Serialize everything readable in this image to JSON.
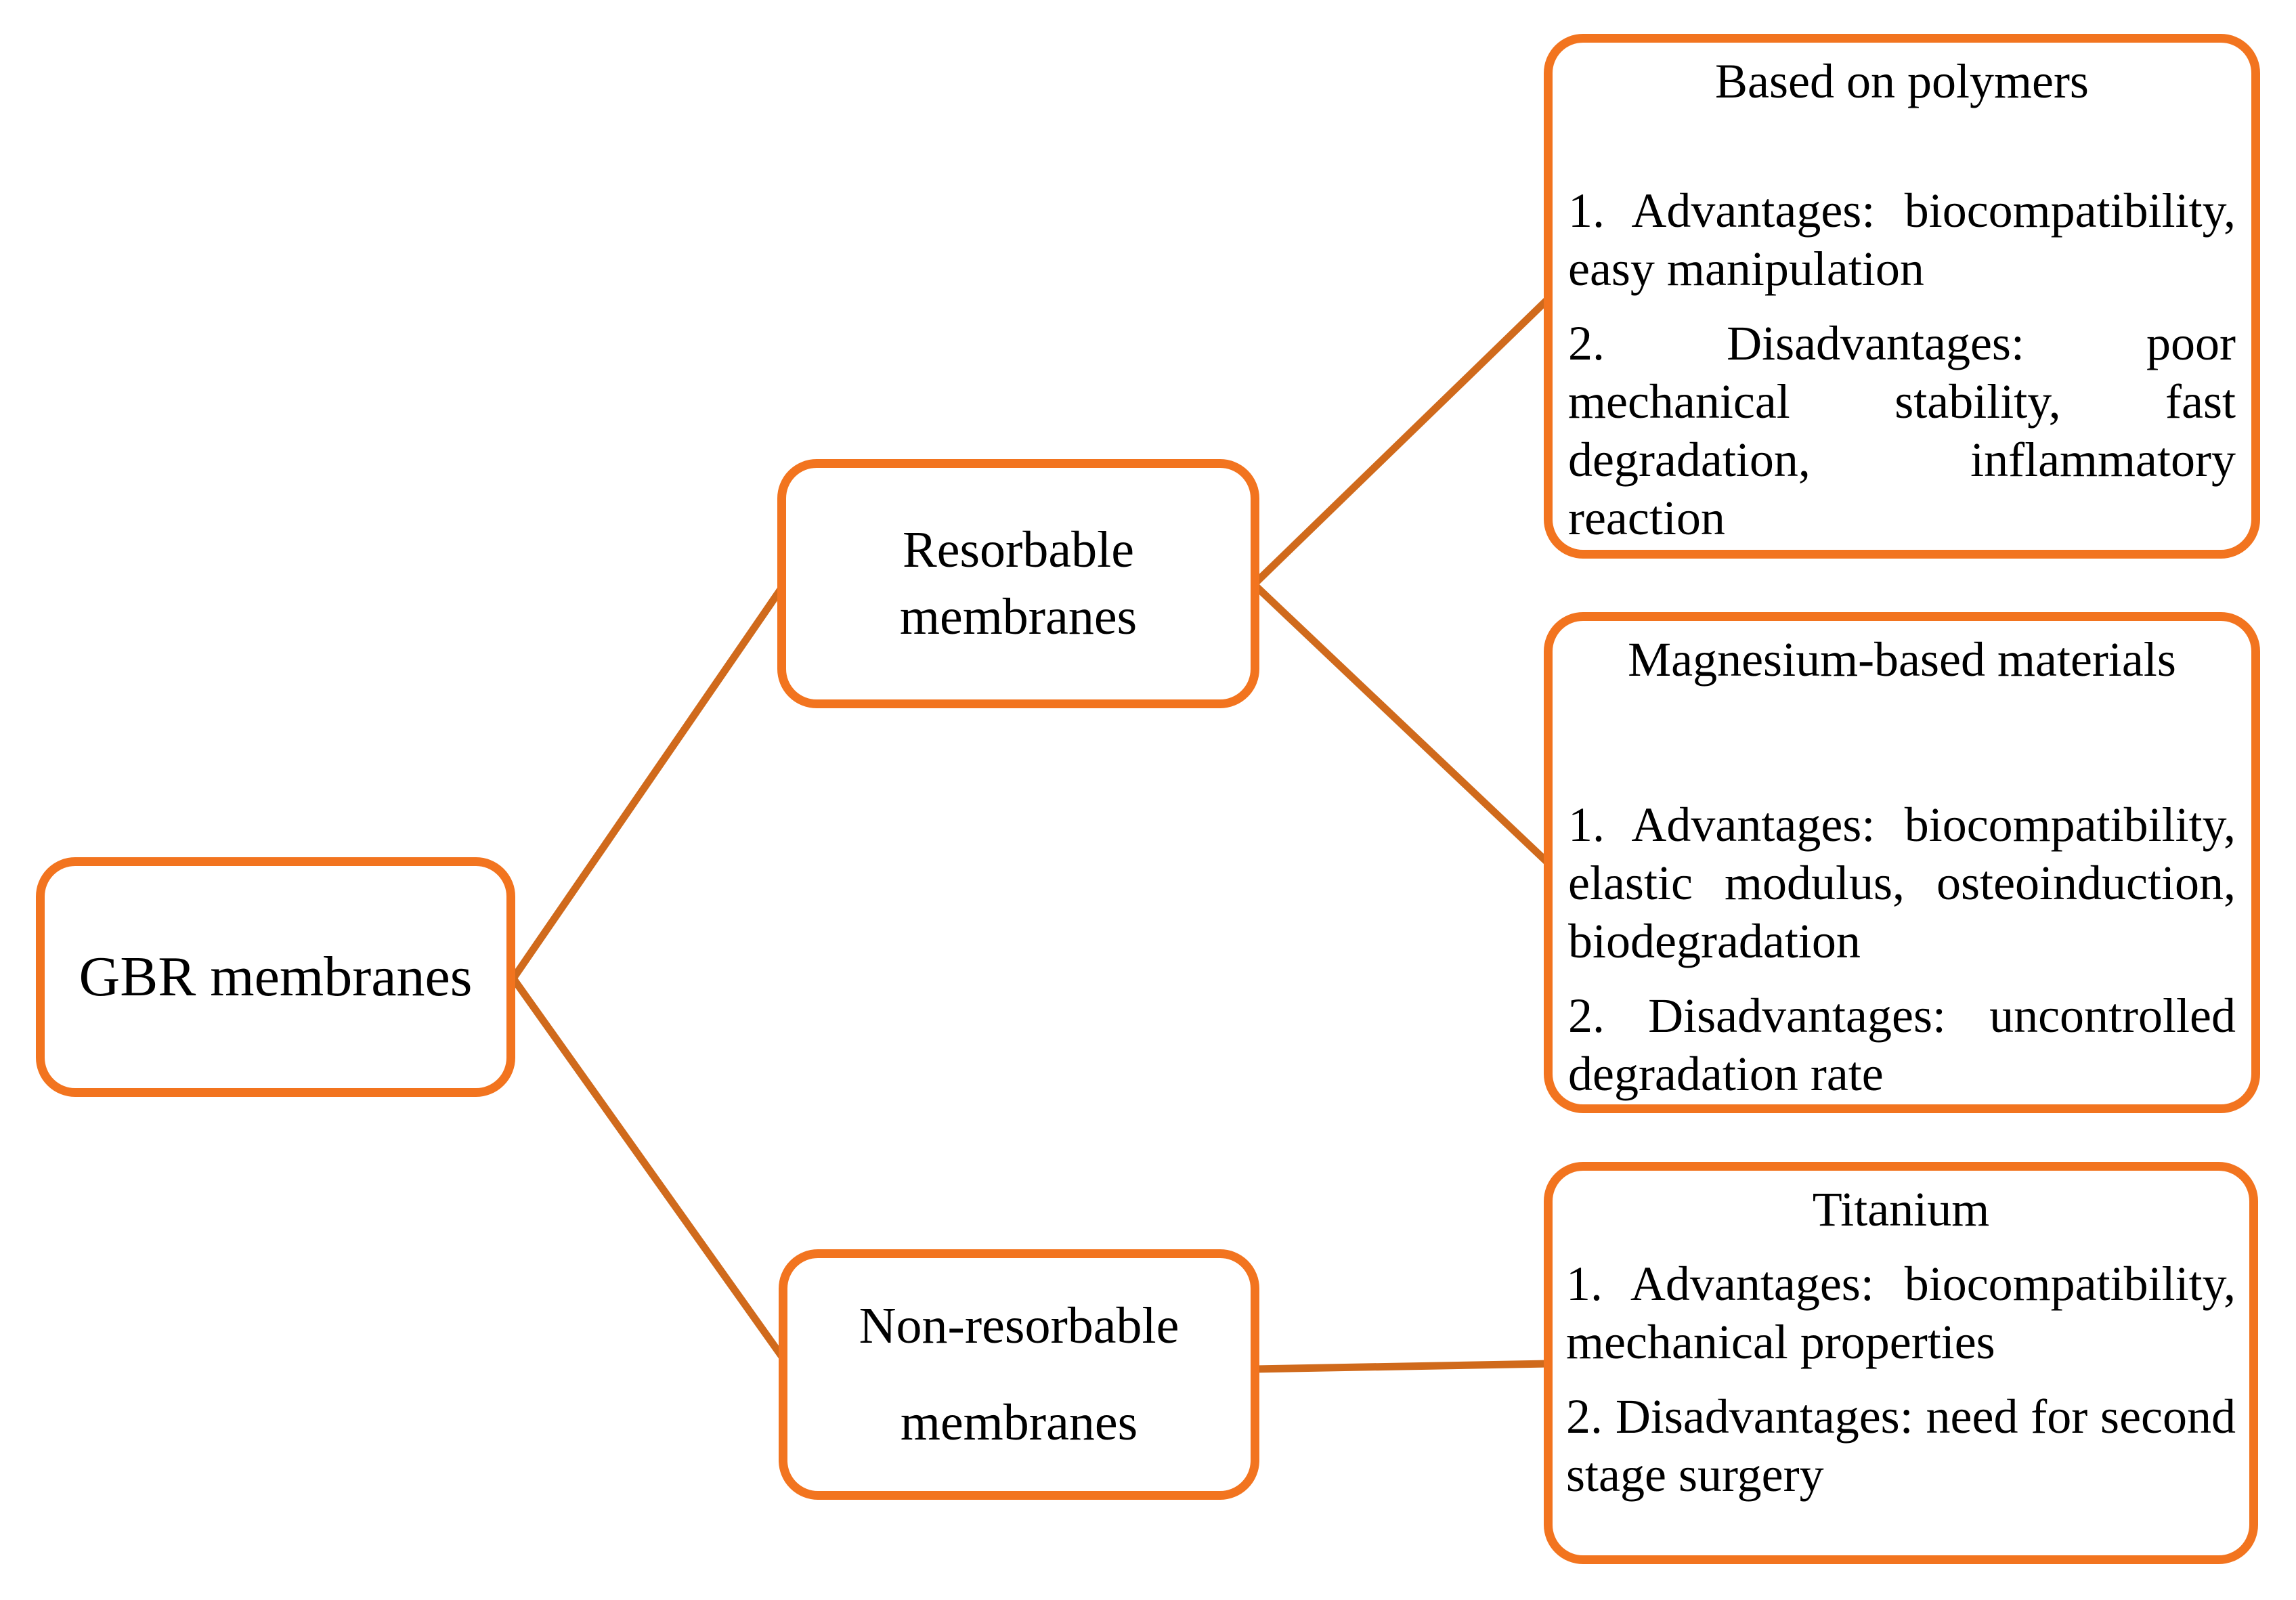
{
  "colors": {
    "box_border": "#F2741F",
    "connector": "#D06A1C",
    "text": "#000000",
    "background": "#FFFFFF"
  },
  "root": {
    "label": "GBR membranes"
  },
  "branches": [
    {
      "line1": "Resorbable",
      "line2": "membranes"
    },
    {
      "line1": "Non-resorbable",
      "line2": "membranes"
    }
  ],
  "leaves": [
    {
      "title": "Based on polymers",
      "items": [
        "1. Advantages: biocompatibility, easy manipulation",
        "2. Disadvantages: poor mechanical stability, fast degradation, inflammatory reaction"
      ]
    },
    {
      "title": "Magnesium-based materials",
      "items": [
        "1. Advantages: biocompatibility, elastic modulus, osteoinduction, biodegradation",
        "2. Disadvantages: uncontrolled degradation rate"
      ]
    },
    {
      "title": "Titanium",
      "items": [
        "1. Advantages: biocompatibility, mechanical properties",
        "2. Disadvantages: need for second stage surgery"
      ]
    }
  ]
}
